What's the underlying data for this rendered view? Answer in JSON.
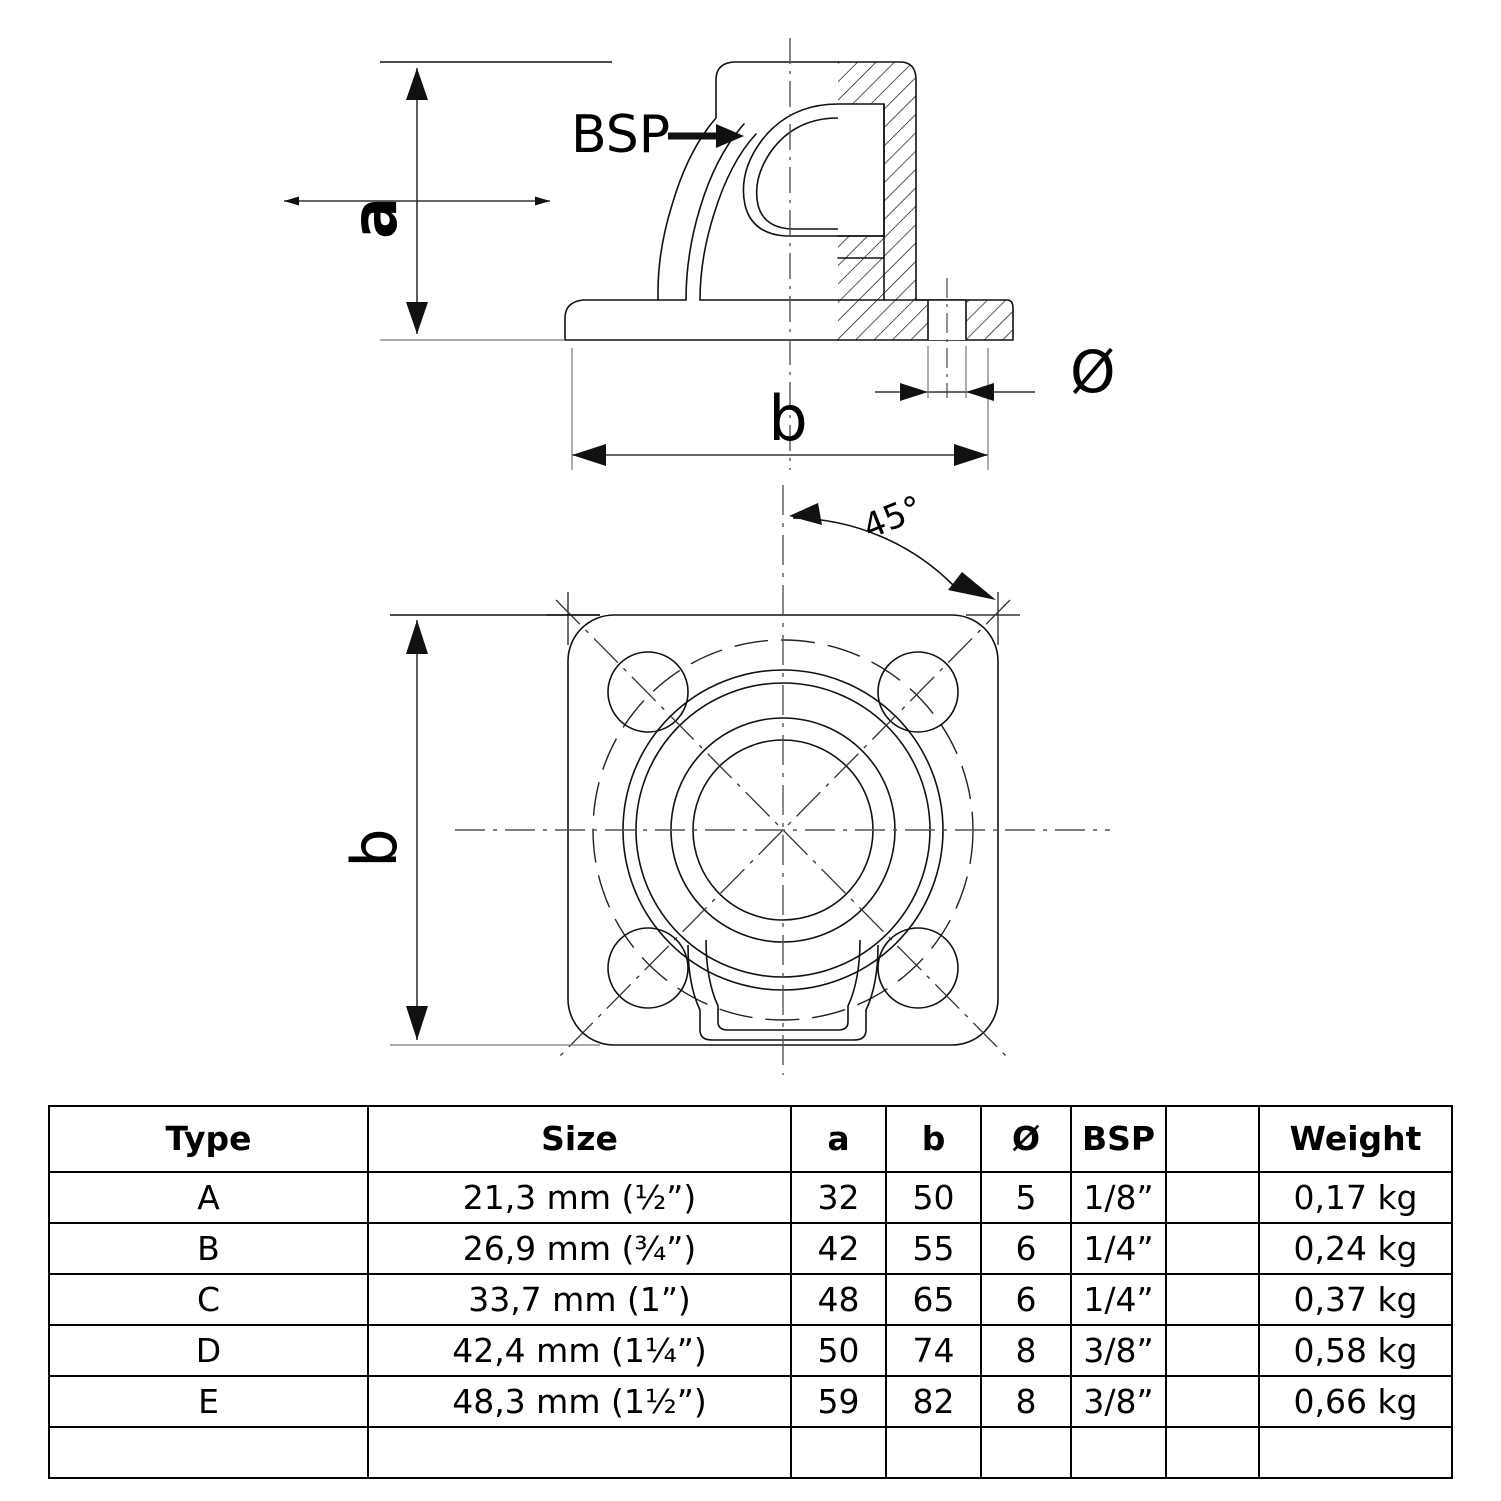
{
  "drawing": {
    "title": "flange-base-tube-clamp-technical-drawing",
    "labels": {
      "height_dim": "a",
      "width_dim_side": "b",
      "width_dim_plan": "b",
      "hole_dia": "Ø",
      "thread": "BSP",
      "angle": "45°"
    },
    "views": {
      "side_view": "side-elevation-section",
      "plan_view": "bottom-plan-view"
    },
    "line_color": "#1a1a1a",
    "centerline_color": "#555555"
  },
  "table": {
    "headers": [
      "Type",
      "Size",
      "a",
      "b",
      "Ø",
      "BSP",
      "",
      "Weight"
    ],
    "rows": [
      {
        "type": "A",
        "size": "21,3 mm (½”)",
        "a": "32",
        "b": "50",
        "dia": "5",
        "bsp": "1/8”",
        "blank": "",
        "weight": "0,17 kg"
      },
      {
        "type": "B",
        "size": "26,9 mm (¾”)",
        "a": "42",
        "b": "55",
        "dia": "6",
        "bsp": "1/4”",
        "blank": "",
        "weight": "0,24 kg"
      },
      {
        "type": "C",
        "size": "33,7 mm (1”)",
        "a": "48",
        "b": "65",
        "dia": "6",
        "bsp": "1/4”",
        "blank": "",
        "weight": "0,37 kg"
      },
      {
        "type": "D",
        "size": "42,4 mm (1¼”)",
        "a": "50",
        "b": "74",
        "dia": "8",
        "bsp": "3/8”",
        "blank": "",
        "weight": "0,58 kg"
      },
      {
        "type": "E",
        "size": "48,3 mm (1½”)",
        "a": "59",
        "b": "82",
        "dia": "8",
        "bsp": "3/8”",
        "blank": "",
        "weight": "0,66 kg"
      }
    ]
  }
}
